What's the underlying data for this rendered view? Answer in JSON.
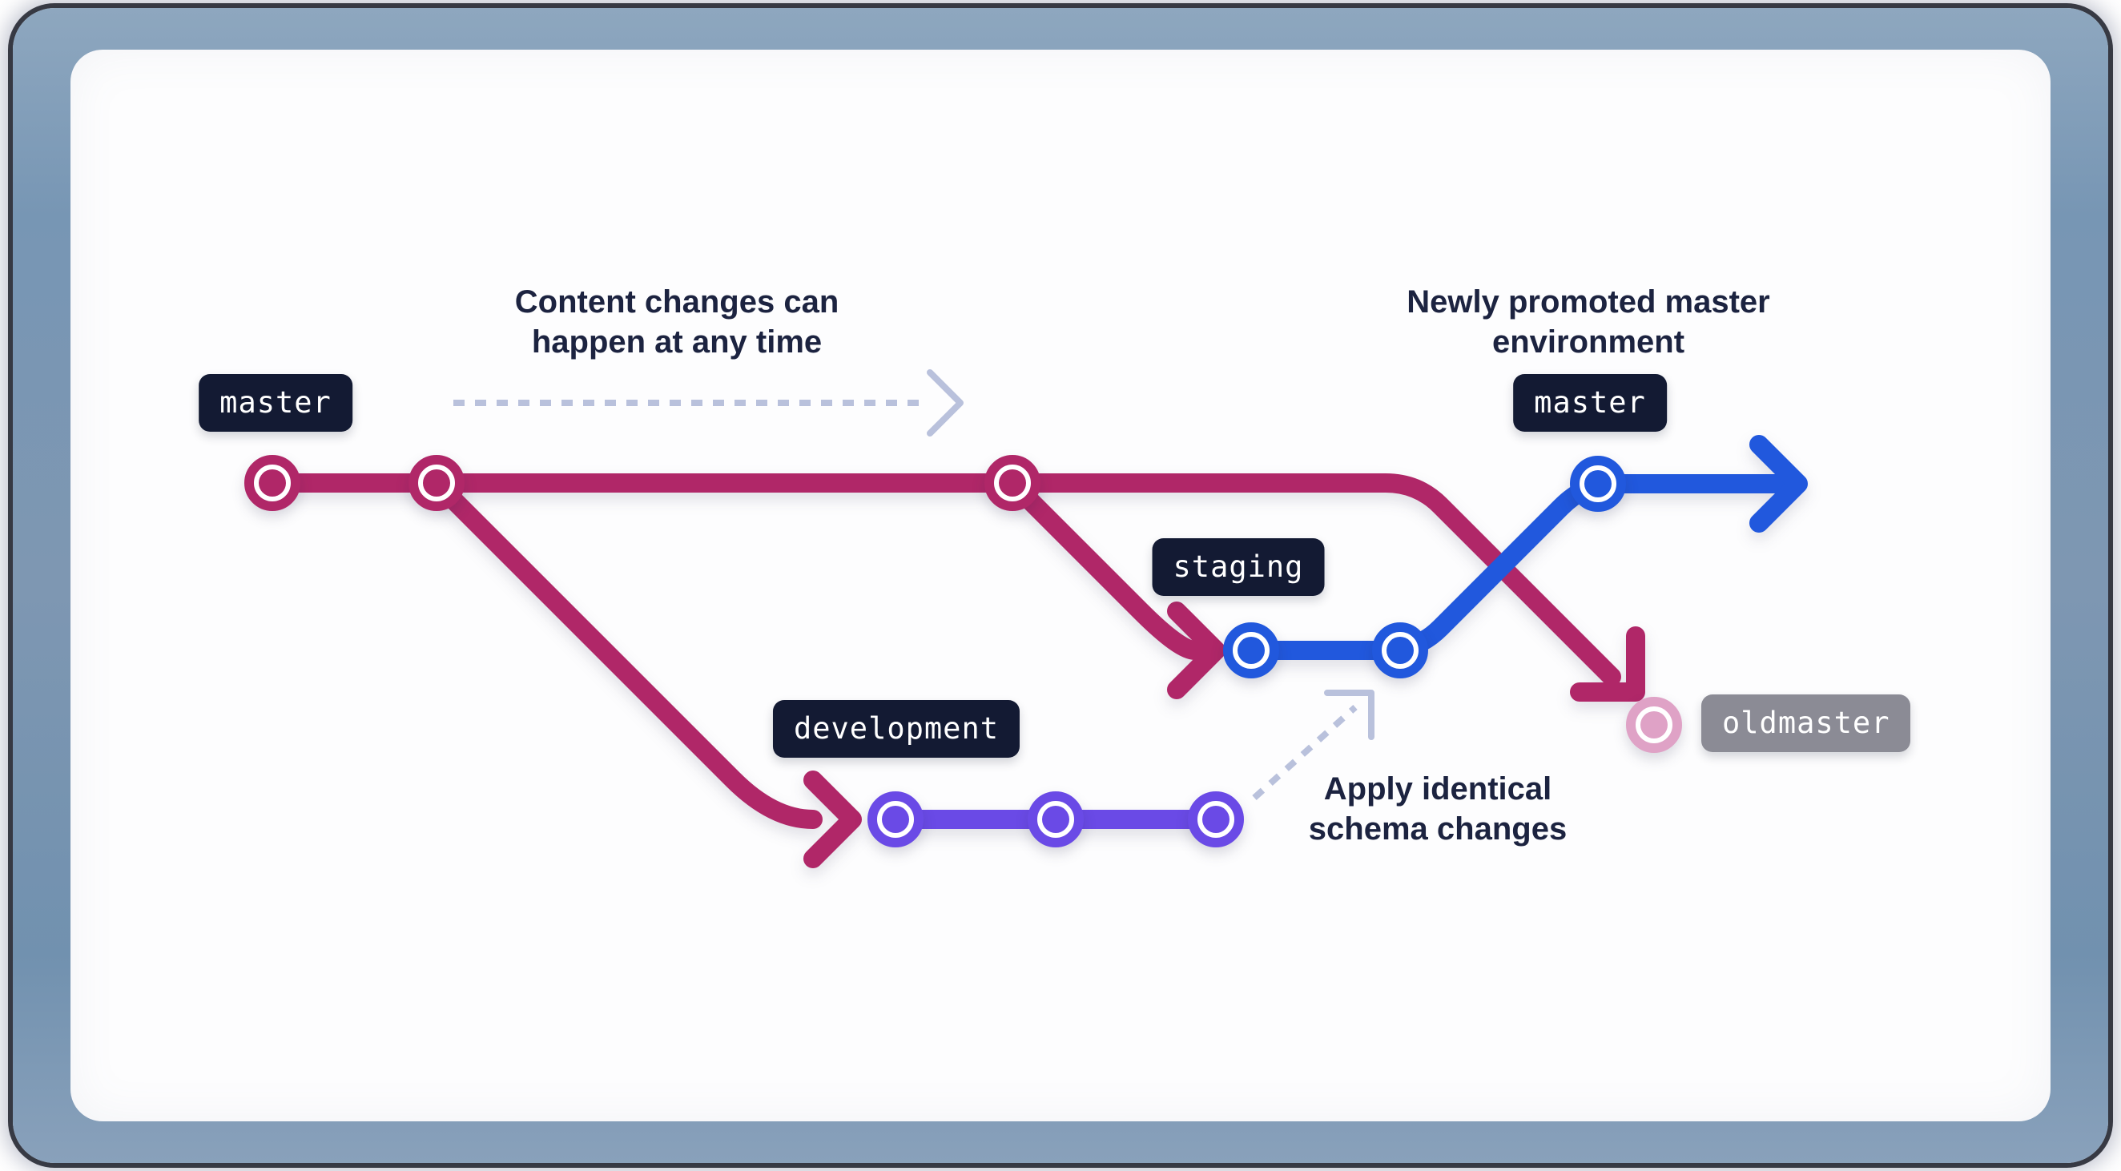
{
  "diagram": {
    "title": "Git-style environment branching diagram",
    "badges": [
      {
        "id": "master-start",
        "label": "master",
        "style": "dark"
      },
      {
        "id": "staging",
        "label": "staging",
        "style": "dark"
      },
      {
        "id": "development",
        "label": "development",
        "style": "dark"
      },
      {
        "id": "master-promoted",
        "label": "master",
        "style": "dark"
      },
      {
        "id": "oldmaster",
        "label": "oldmaster",
        "style": "gray"
      }
    ],
    "notes": [
      {
        "id": "content-note",
        "lines": [
          "Content changes can",
          "happen at any time"
        ]
      },
      {
        "id": "promoted-note",
        "lines": [
          "Newly promoted master",
          "environment"
        ]
      },
      {
        "id": "schema-note",
        "lines": [
          "Apply identical",
          "schema changes"
        ]
      }
    ],
    "branches": [
      {
        "name": "master (original)",
        "color_key": "master",
        "commits": 3,
        "ends_with": "arrow to oldmaster"
      },
      {
        "name": "development",
        "color_key": "development",
        "commits": 3
      },
      {
        "name": "staging",
        "color_key": "staging",
        "commits": 2
      },
      {
        "name": "master (promoted)",
        "color_key": "staging",
        "commits": 1,
        "ends_with": "arrow right"
      },
      {
        "name": "oldmaster",
        "color_key": "oldmaster",
        "commits": 1
      }
    ],
    "colors": {
      "master": "#b02768",
      "staging": "#2158dd",
      "development": "#6a4ae6",
      "oldmaster": "#dfa2c6",
      "badge_dark": "#131a33",
      "badge_gray": "#8b8b95",
      "dashed": "#b9c1dc",
      "note_text": "#1c2340",
      "frame": "#7e98b4",
      "canvas": "#fdfdfe"
    }
  }
}
